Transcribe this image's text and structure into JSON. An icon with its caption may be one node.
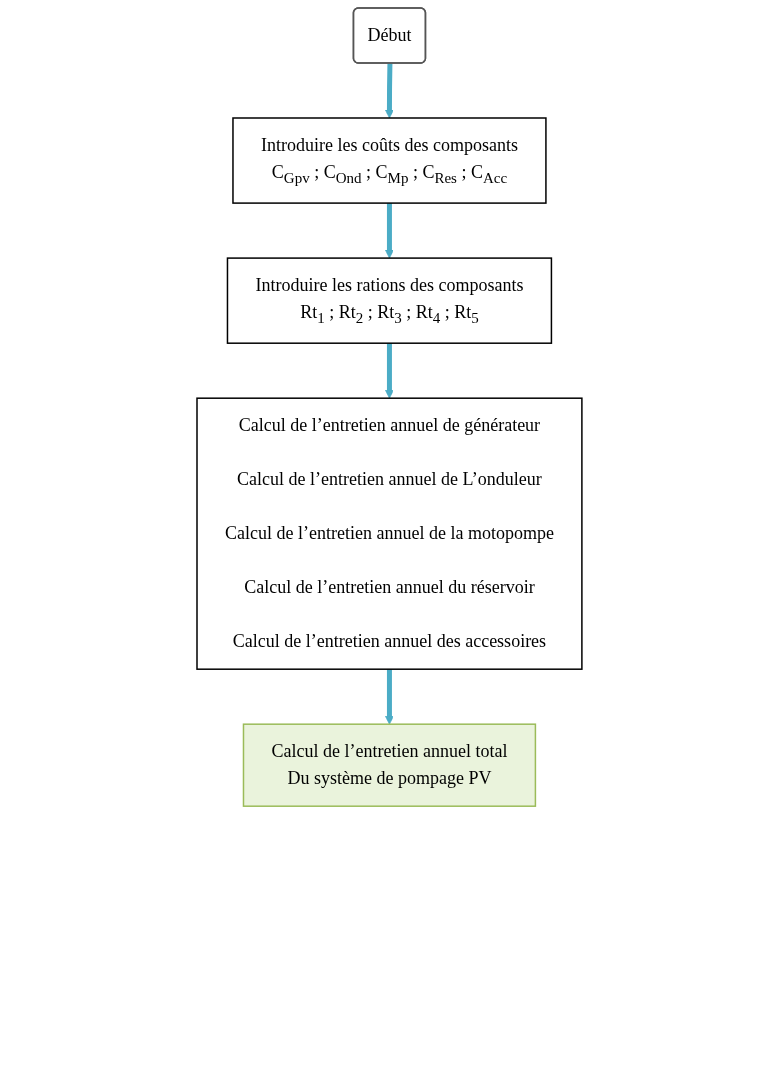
{
  "diagram": {
    "nodes": [
      {
        "text": [
          "Début"
        ]
      },
      {
        "text": [
          "Introduire les coûts des composants",
          "C$_{Gpv}$ ; C$_{Ond}$ ; C$_{Mp}$ ; C$_{Res}$ ; C$_{Acc}$"
        ]
      },
      {
        "text": [
          "Introduire les rations des composants",
          "Rt$_{1}$ ; Rt$_{2}$ ; Rt$_{3}$ ; Rt$_{4}$ ; Rt$_{5}$"
        ]
      },
      {
        "text": [
          "Calcul de l’entretien annuel de générateur",
          "Calcul de l’entretien annuel de L’onduleur",
          "Calcul de l’entretien annuel de la motopompe",
          "Calcul de l’entretien annuel du réservoir",
          "Calcul de l’entretien annuel des accessoires"
        ]
      },
      {
        "text": [
          "Calcul de l’entretien annuel total",
          "Du système de pompage PV"
        ]
      }
    ],
    "edges": [
      {
        "from": 0,
        "to": 1,
        "arrow": "to"
      },
      {
        "from": 1,
        "to": 2,
        "arrow": "to"
      },
      {
        "from": 2,
        "to": 3,
        "arrow": "to"
      },
      {
        "from": 3,
        "to": 4,
        "arrow": "to"
      }
    ]
  }
}
